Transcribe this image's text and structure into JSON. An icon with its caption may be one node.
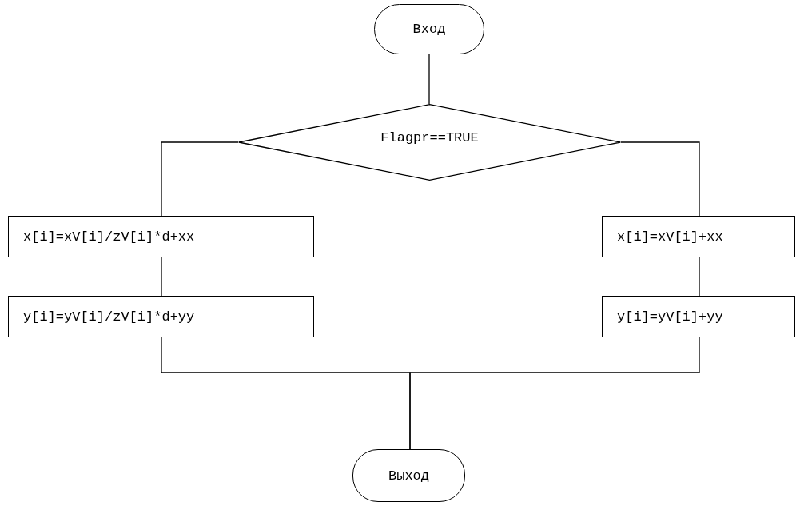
{
  "diagram": {
    "nodes": [
      {
        "text": [
          "Вход"
        ]
      },
      {
        "text": [
          "Flagpr==TRUE"
        ]
      },
      {
        "text": [
          "x[i]=xV[i]/zV[i]*d+xx"
        ]
      },
      {
        "text": [
          "y[i]=yV[i]/zV[i]*d+yy"
        ]
      },
      {
        "text": [
          "x[i]=xV[i]+xx"
        ]
      },
      {
        "text": [
          "y[i]=yV[i]+yy"
        ]
      },
      {
        "text": [
          "Выход"
        ]
      }
    ],
    "edges": [
      {
        "from": 0,
        "to": 1,
        "arrow": "none"
      },
      {
        "from": 1,
        "to": 2,
        "arrow": "none"
      },
      {
        "from": 2,
        "to": 3,
        "arrow": "none"
      },
      {
        "from": 1,
        "to": 4,
        "arrow": "none"
      },
      {
        "from": 4,
        "to": 5,
        "arrow": "none"
      },
      {
        "from": 3,
        "to": 6,
        "arrow": "none"
      },
      {
        "from": 5,
        "to": 6,
        "arrow": "none"
      }
    ]
  }
}
